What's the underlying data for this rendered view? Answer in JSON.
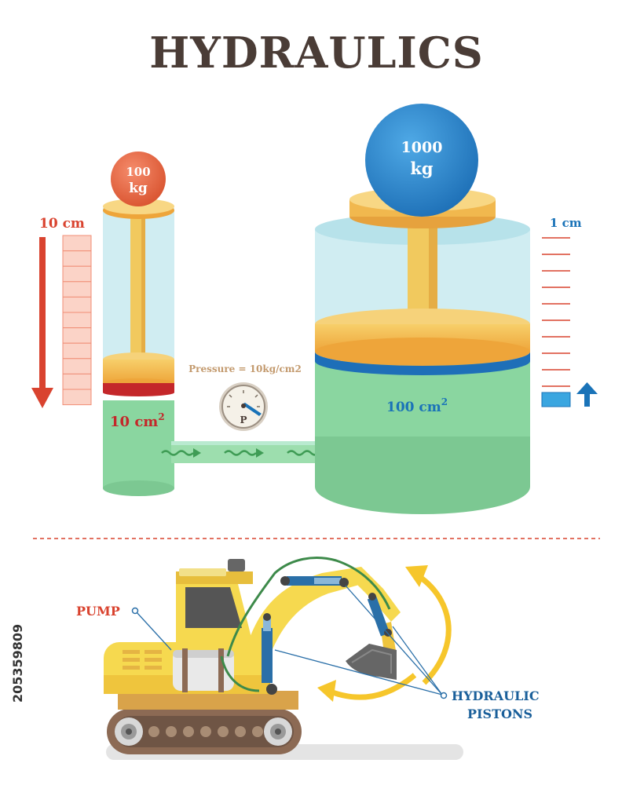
{
  "title": "HYDRAULICS",
  "small_piston": {
    "weight": "100",
    "weight_unit": "kg",
    "travel": "10 cm",
    "area": "10 cm",
    "area_exp": "2"
  },
  "large_piston": {
    "weight": "1000",
    "weight_unit": "kg",
    "travel": "1 cm",
    "area": "100 cm",
    "area_exp": "2"
  },
  "gauge": {
    "pressure_label": "Pressure = 10kg/cm2",
    "letter": "P"
  },
  "excavator": {
    "pump_label": "PUMP",
    "pistons_label_1": "HYDRAULIC",
    "pistons_label_2": "PISTONS"
  },
  "stock_id": "205359809",
  "colors": {
    "title": "#4a3c36",
    "red": "#d9432f",
    "blue": "#1a73b8",
    "fluid": "#7dcf94",
    "glass": "#bfe6ec",
    "gold": "#f5c24d",
    "excavator_yellow": "#f6d94f",
    "hose_green": "#3d8a4a"
  }
}
